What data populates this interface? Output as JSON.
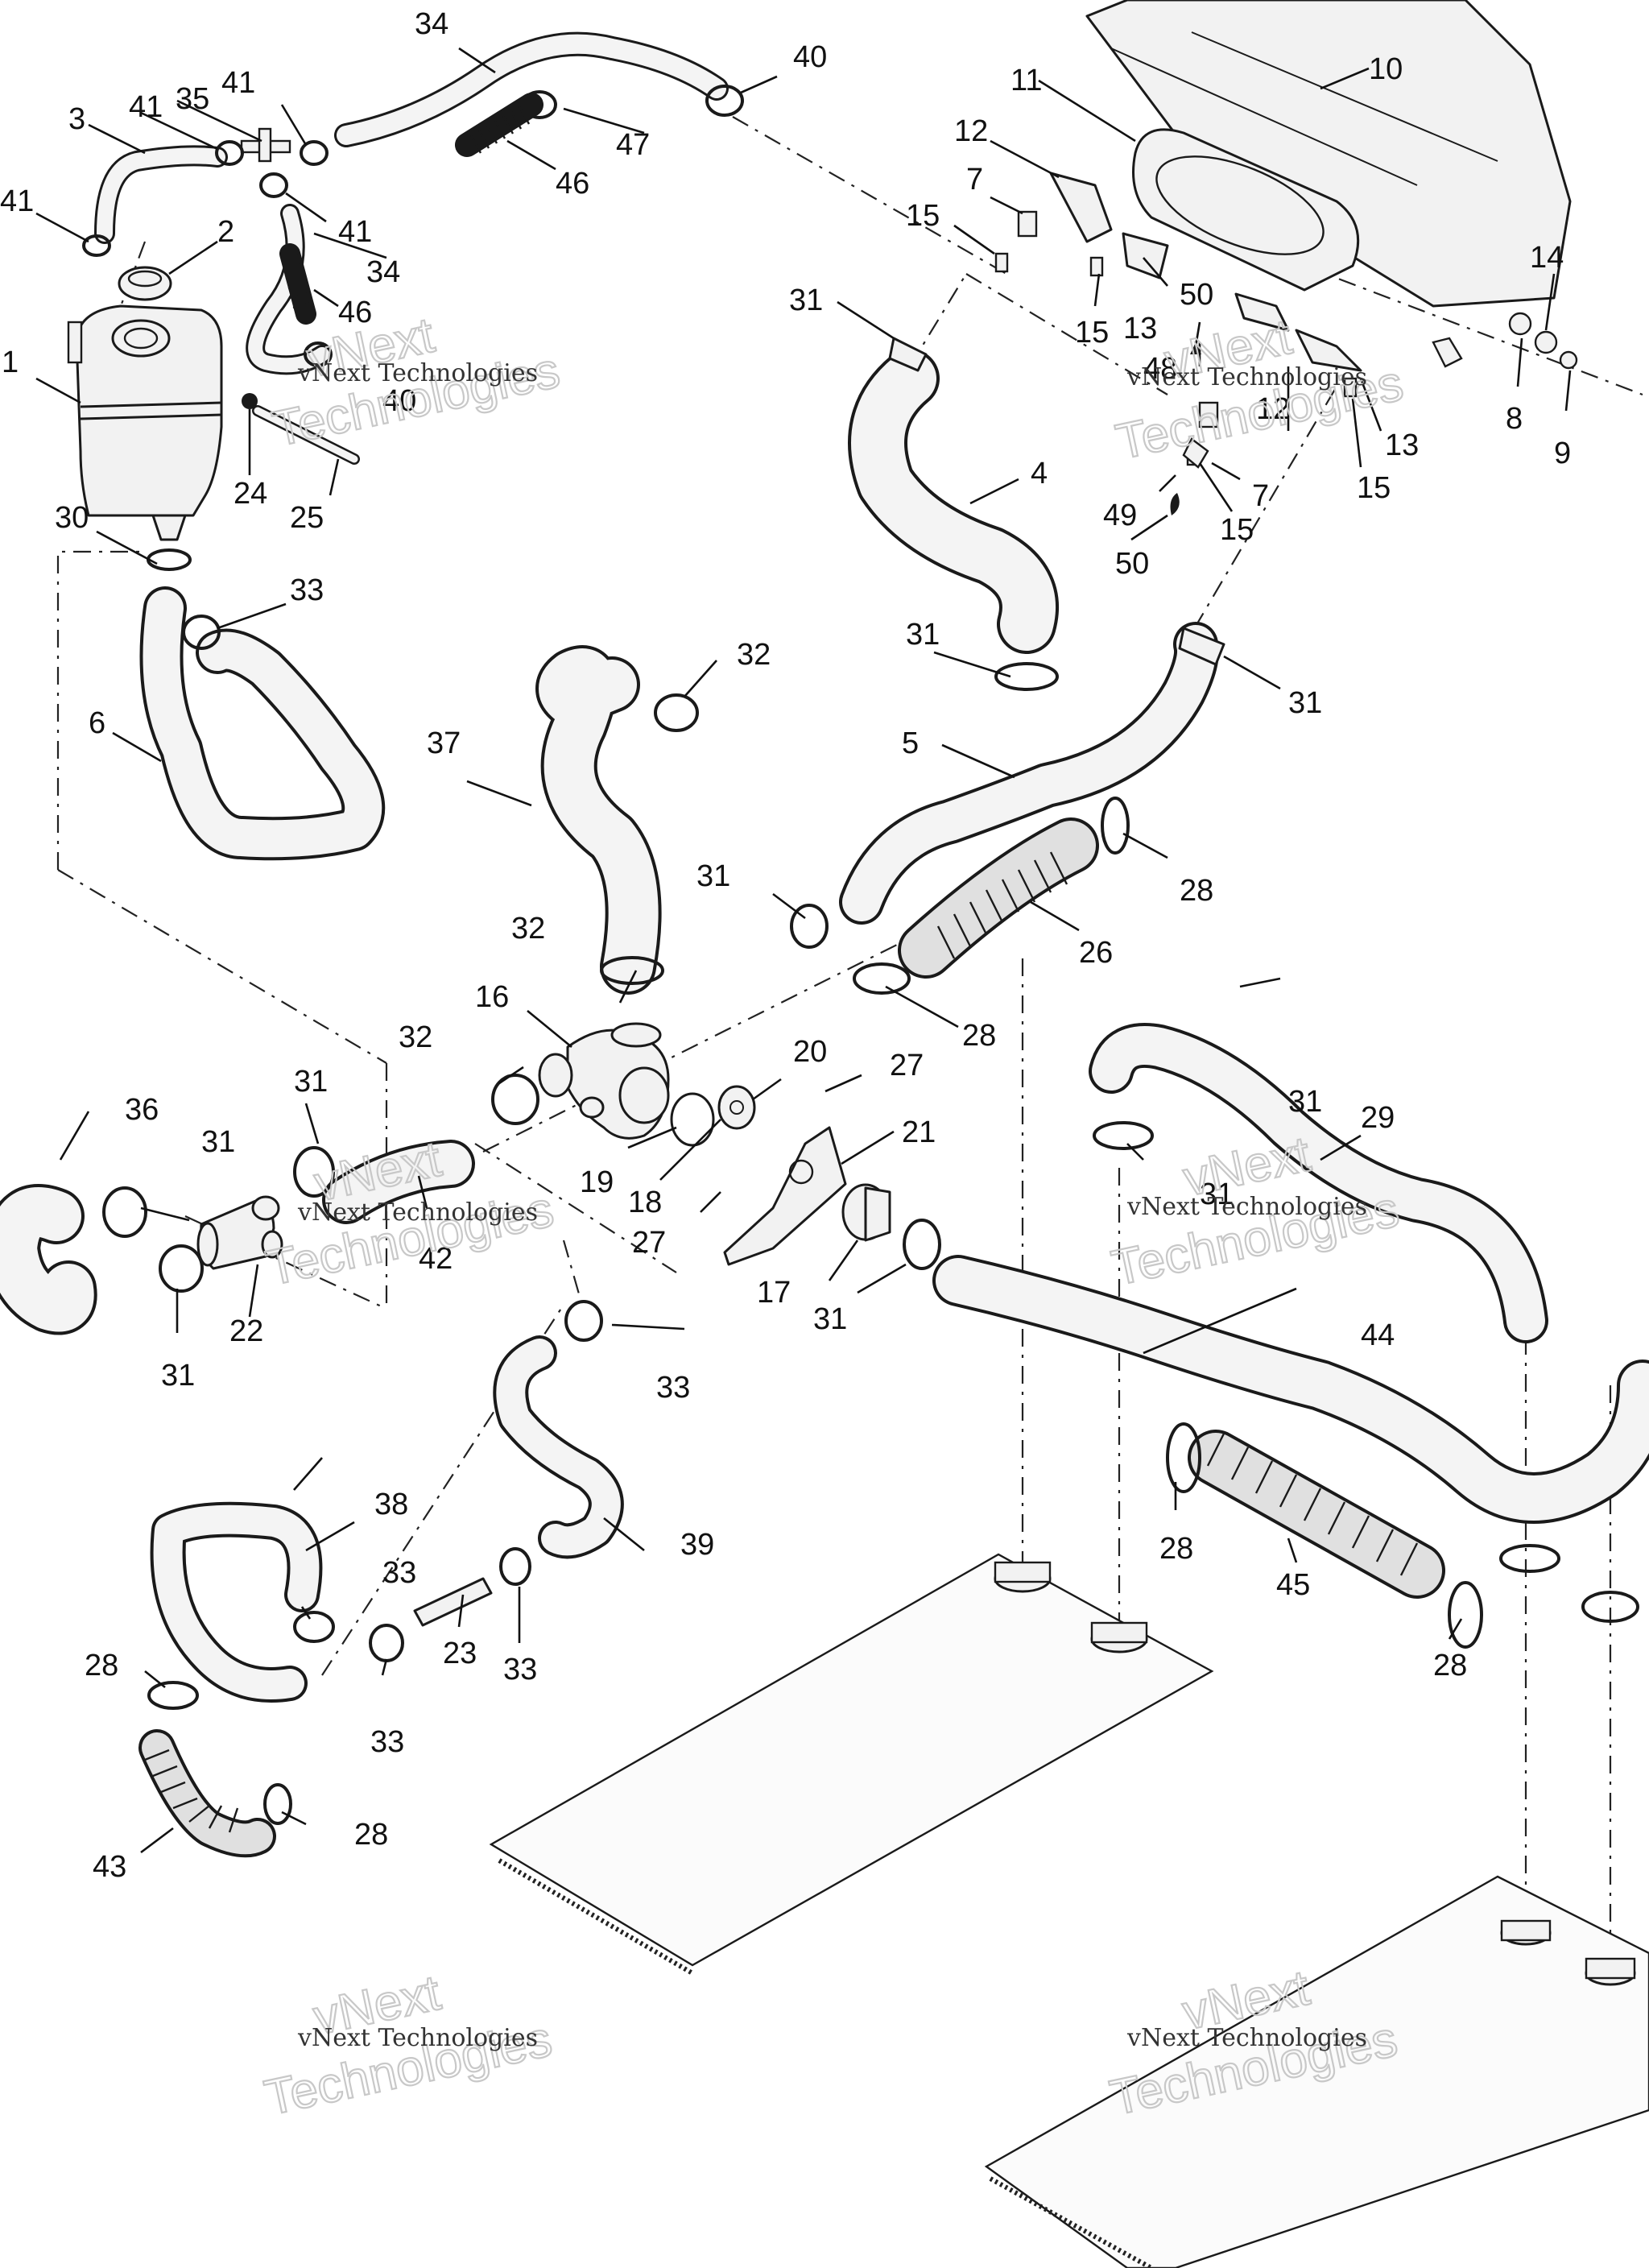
{
  "callouts": [
    {
      "id": "c1",
      "text": "1"
    },
    {
      "id": "c2",
      "text": "2"
    },
    {
      "id": "c3",
      "text": "3"
    },
    {
      "id": "c4",
      "text": "4"
    },
    {
      "id": "c5",
      "text": "5"
    },
    {
      "id": "c6",
      "text": "6"
    },
    {
      "id": "c7a",
      "text": "7"
    },
    {
      "id": "c7b",
      "text": "7"
    },
    {
      "id": "c8",
      "text": "8"
    },
    {
      "id": "c9",
      "text": "9"
    },
    {
      "id": "c10",
      "text": "10"
    },
    {
      "id": "c11",
      "text": "11"
    },
    {
      "id": "c12a",
      "text": "12"
    },
    {
      "id": "c12b",
      "text": "12"
    },
    {
      "id": "c13a",
      "text": "13"
    },
    {
      "id": "c13b",
      "text": "13"
    },
    {
      "id": "c14",
      "text": "14"
    },
    {
      "id": "c15a",
      "text": "15"
    },
    {
      "id": "c15b",
      "text": "15"
    },
    {
      "id": "c15c",
      "text": "15"
    },
    {
      "id": "c15d",
      "text": "15"
    },
    {
      "id": "c16",
      "text": "16"
    },
    {
      "id": "c17",
      "text": "17"
    },
    {
      "id": "c18",
      "text": "18"
    },
    {
      "id": "c19",
      "text": "19"
    },
    {
      "id": "c20",
      "text": "20"
    },
    {
      "id": "c21",
      "text": "21"
    },
    {
      "id": "c22",
      "text": "22"
    },
    {
      "id": "c23",
      "text": "23"
    },
    {
      "id": "c24",
      "text": "24"
    },
    {
      "id": "c25",
      "text": "25"
    },
    {
      "id": "c26",
      "text": "26"
    },
    {
      "id": "c27a",
      "text": "27"
    },
    {
      "id": "c27b",
      "text": "27"
    },
    {
      "id": "c28a",
      "text": "28"
    },
    {
      "id": "c28b",
      "text": "28"
    },
    {
      "id": "c28c",
      "text": "28"
    },
    {
      "id": "c28d",
      "text": "28"
    },
    {
      "id": "c28e",
      "text": "28"
    },
    {
      "id": "c28f",
      "text": "28"
    },
    {
      "id": "c29",
      "text": "29"
    },
    {
      "id": "c30",
      "text": "30"
    },
    {
      "id": "c31a",
      "text": "31"
    },
    {
      "id": "c31b",
      "text": "31"
    },
    {
      "id": "c31c",
      "text": "31"
    },
    {
      "id": "c31d",
      "text": "31"
    },
    {
      "id": "c31e",
      "text": "31"
    },
    {
      "id": "c31f",
      "text": "31"
    },
    {
      "id": "c31g",
      "text": "31"
    },
    {
      "id": "c31h",
      "text": "31"
    },
    {
      "id": "c31i",
      "text": "31"
    },
    {
      "id": "c31j",
      "text": "31"
    },
    {
      "id": "c32a",
      "text": "32"
    },
    {
      "id": "c32b",
      "text": "32"
    },
    {
      "id": "c32c",
      "text": "32"
    },
    {
      "id": "c33a",
      "text": "33"
    },
    {
      "id": "c33b",
      "text": "33"
    },
    {
      "id": "c33c",
      "text": "33"
    },
    {
      "id": "c33d",
      "text": "33"
    },
    {
      "id": "c33e",
      "text": "33"
    },
    {
      "id": "c34a",
      "text": "34"
    },
    {
      "id": "c34b",
      "text": "34"
    },
    {
      "id": "c35",
      "text": "35"
    },
    {
      "id": "c36",
      "text": "36"
    },
    {
      "id": "c37",
      "text": "37"
    },
    {
      "id": "c38",
      "text": "38"
    },
    {
      "id": "c39",
      "text": "39"
    },
    {
      "id": "c40a",
      "text": "40"
    },
    {
      "id": "c40b",
      "text": "40"
    },
    {
      "id": "c41a",
      "text": "41"
    },
    {
      "id": "c41b",
      "text": "41"
    },
    {
      "id": "c41c",
      "text": "41"
    },
    {
      "id": "c41d",
      "text": "41"
    },
    {
      "id": "c42",
      "text": "42"
    },
    {
      "id": "c43",
      "text": "43"
    },
    {
      "id": "c44",
      "text": "44"
    },
    {
      "id": "c45",
      "text": "45"
    },
    {
      "id": "c46a",
      "text": "46"
    },
    {
      "id": "c46b",
      "text": "46"
    },
    {
      "id": "c47",
      "text": "47"
    },
    {
      "id": "c48",
      "text": "48"
    },
    {
      "id": "c49",
      "text": "49"
    },
    {
      "id": "c50a",
      "text": "50"
    },
    {
      "id": "c50b",
      "text": "50"
    }
  ],
  "watermark": {
    "line1": "vNext Technologies",
    "line2": "vNext",
    "line3": "Technologies"
  }
}
